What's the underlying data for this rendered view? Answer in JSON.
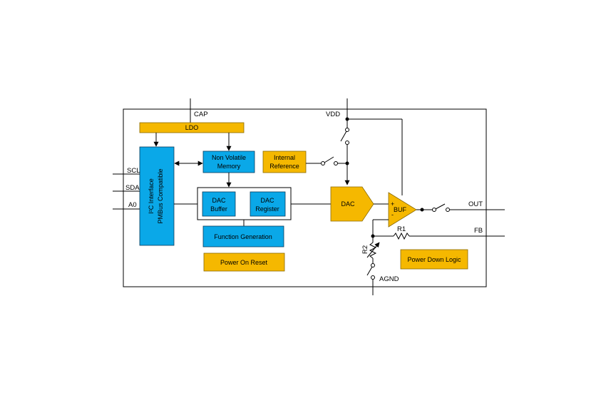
{
  "pins": {
    "cap": "CAP",
    "vdd": "VDD",
    "scl": "SCL",
    "sda": "SDA",
    "a0": "A0",
    "out": "OUT",
    "fb": "FB",
    "agnd": "AGND"
  },
  "blocks": {
    "ldo": "LDO",
    "i2c_line1": "I²C Interface",
    "i2c_line2": "PMBus Compatible",
    "nvm_line1": "Non Volatile",
    "nvm_line2": "Memory",
    "iref_line1": "Internal",
    "iref_line2": "Reference",
    "dac_buffer_line1": "DAC",
    "dac_buffer_line2": "Buffer",
    "dac_register_line1": "DAC",
    "dac_register_line2": "Register",
    "function_generation": "Function Generation",
    "power_on_reset": "Power On Reset",
    "dac": "DAC",
    "buf": "BUF",
    "buf_plus": "+",
    "buf_minus": "-",
    "power_down_logic": "Power Down Logic"
  },
  "components": {
    "r1": "R1",
    "r2": "R2"
  },
  "colors": {
    "orange_block": "#f5b800",
    "blue_block": "#0aa8e8",
    "wire": "#000000"
  }
}
